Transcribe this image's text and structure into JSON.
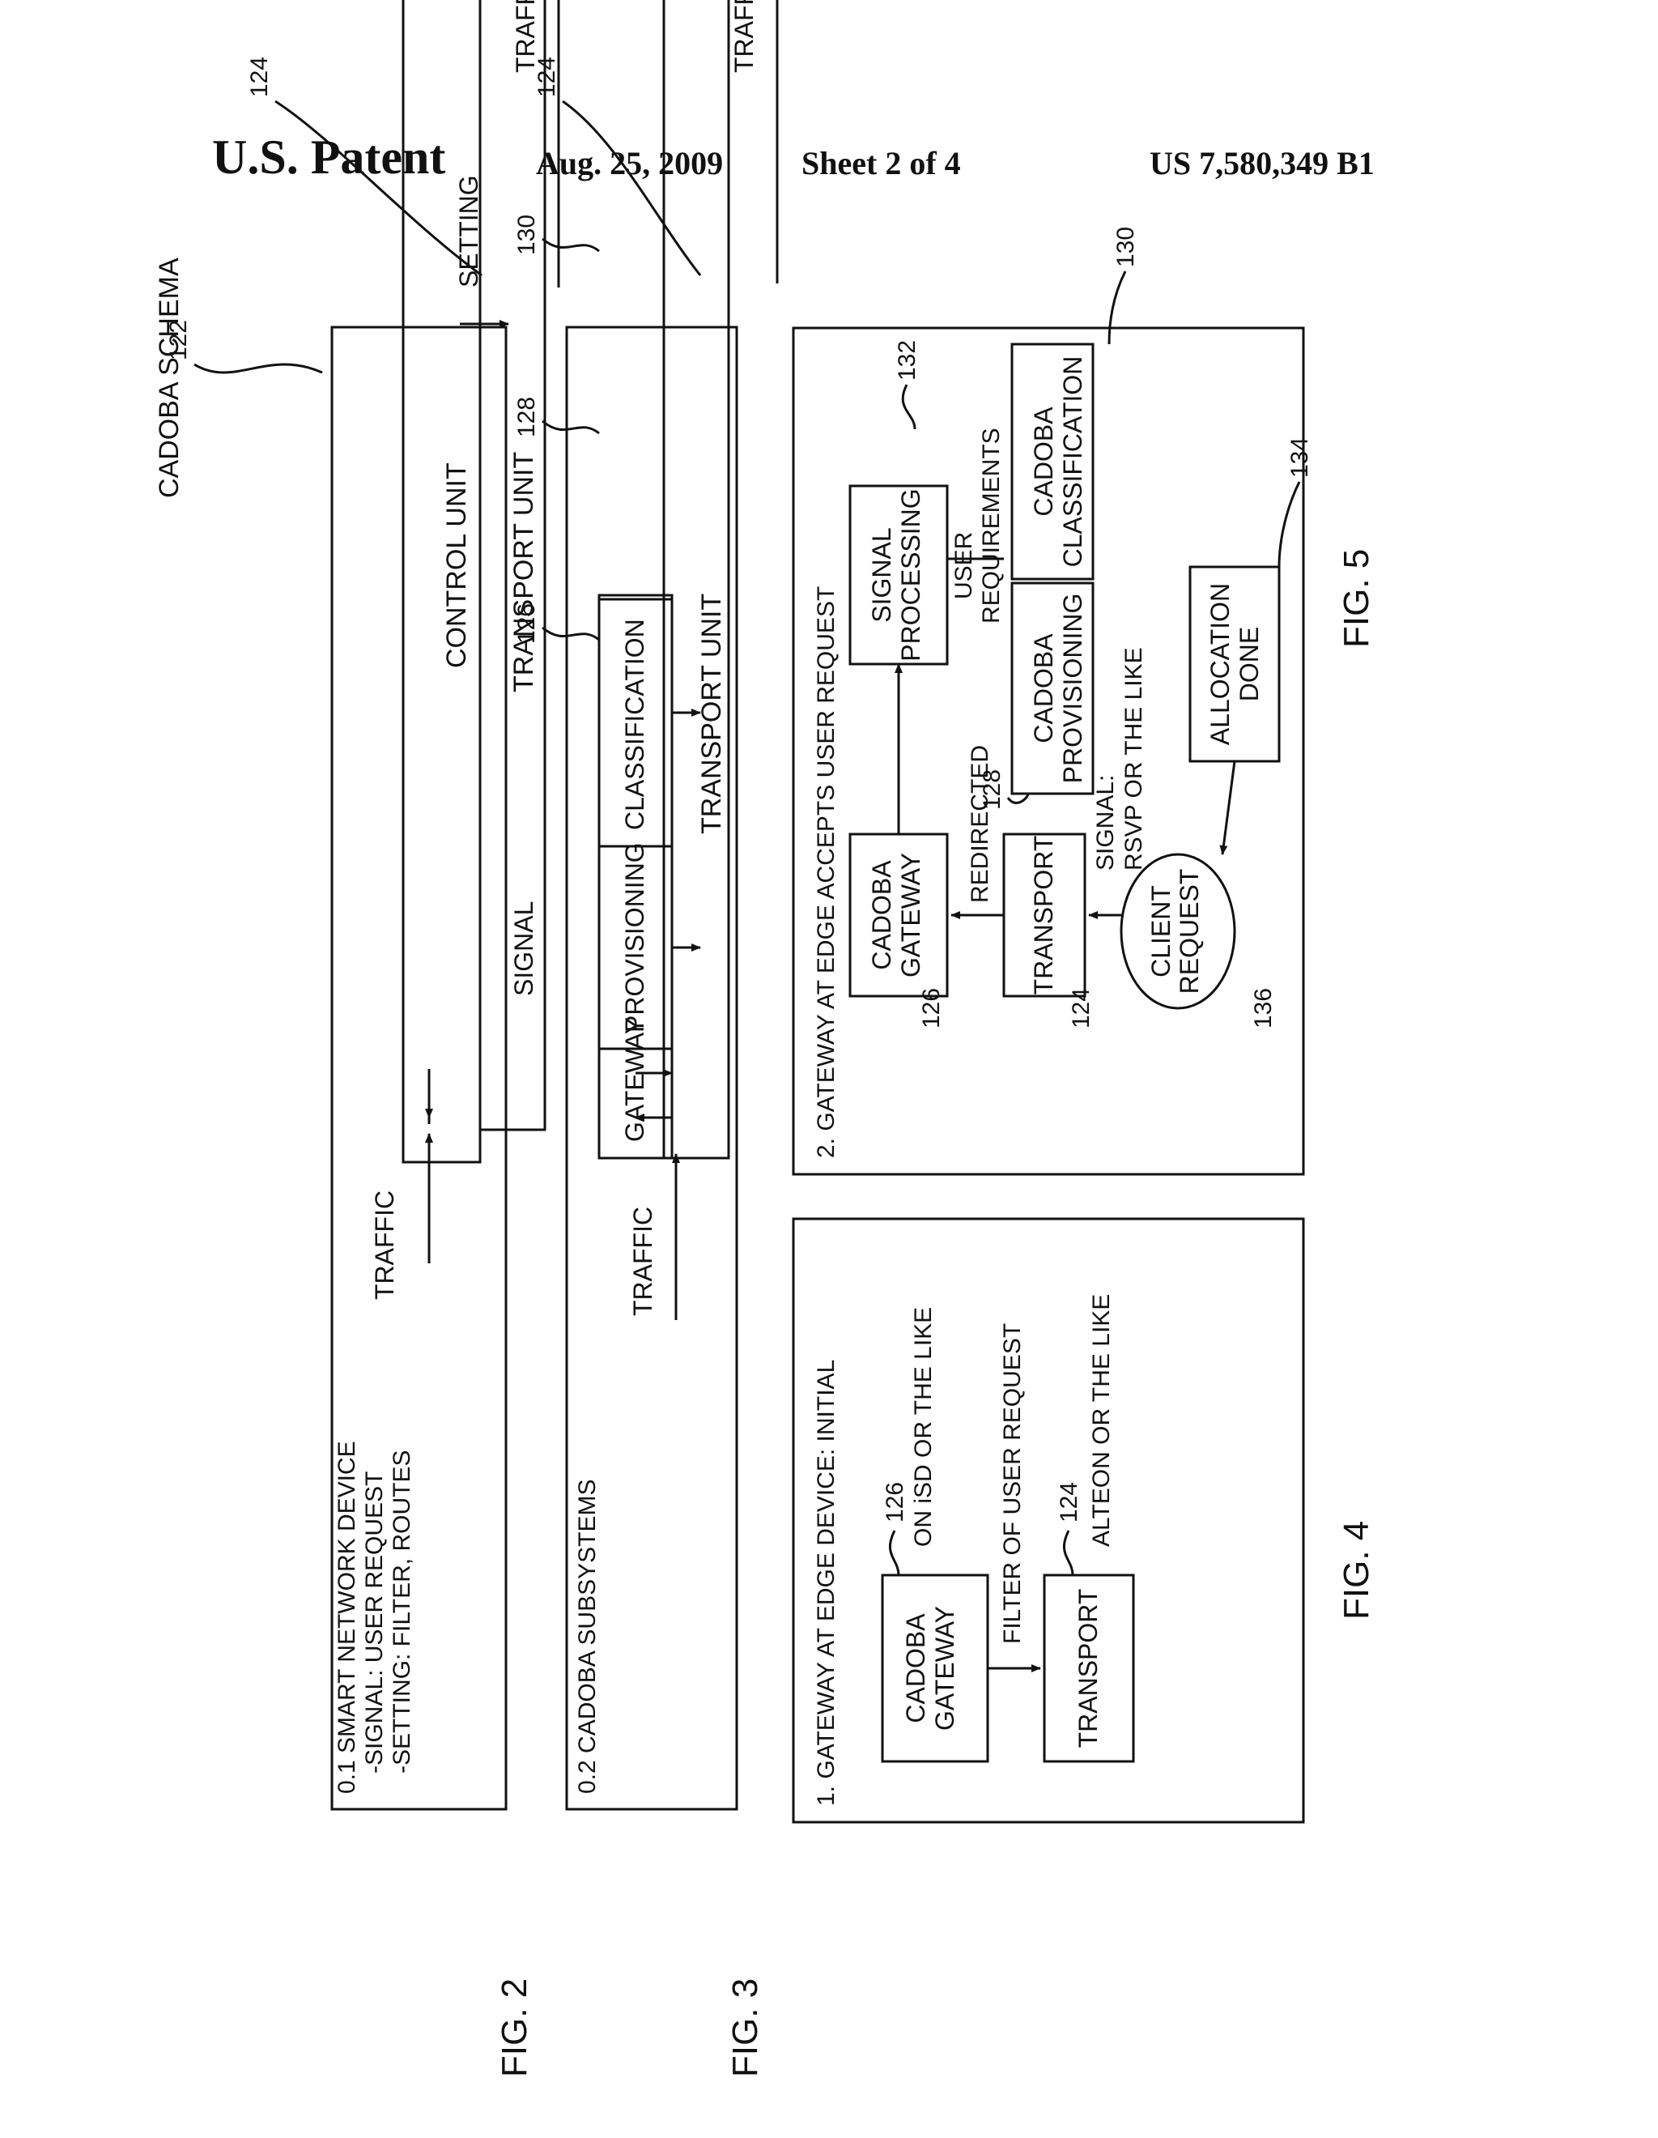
{
  "header": {
    "title": "U.S. Patent",
    "date": "Aug. 25, 2009",
    "sheet": "Sheet 2 of 4",
    "patent_number": "US 7,580,349 B1"
  },
  "schema_title": "CADOBA SCHEMA",
  "fig2": {
    "label": "FIG. 2",
    "desc_line1": "0.1 SMART NETWORK DEVICE",
    "desc_line2": "-SIGNAL: USER REQUEST",
    "desc_line3": "-SETTING: FILTER, ROUTES",
    "control_unit": "CONTROL UNIT",
    "transport_unit": "TRANSPORT UNIT",
    "signal": "SIGNAL",
    "setting": "SETTING",
    "traffic_in": "TRAFFIC",
    "traffic_out": "TRAFFIC",
    "ref_control": "122",
    "ref_transport": "124"
  },
  "fig3": {
    "label": "FIG. 3",
    "desc": "0.2 CADOBA SUBSYSTEMS",
    "gateway": "GATEWAY",
    "provisioning": "PROVISIONING",
    "classification": "CLASSIFICATION",
    "transport_unit": "TRANSPORT UNIT",
    "traffic_in": "TRAFFIC",
    "traffic_out": "TRAFFIC",
    "ref_gateway": "126",
    "ref_provisioning": "128",
    "ref_classification": "130",
    "ref_transport": "124"
  },
  "fig4": {
    "label": "FIG. 4",
    "title": "1. GATEWAY AT EDGE DEVICE: INITIAL",
    "gateway_line1": "CADOBA",
    "gateway_line2": "GATEWAY",
    "transport": "TRANSPORT",
    "filter_note": "FILTER OF USER REQUEST",
    "gateway_note": "ON iSD OR THE LIKE",
    "transport_note": "ALTEON OR THE LIKE",
    "ref_gateway": "126",
    "ref_transport": "124"
  },
  "fig5": {
    "label": "FIG. 5",
    "title": "2. GATEWAY AT EDGE ACCEPTS USER REQUEST",
    "gateway_line1": "CADOBA",
    "gateway_line2": "GATEWAY",
    "transport": "TRANSPORT",
    "client_line1": "CLIENT",
    "client_line2": "REQUEST",
    "signal_line1": "SIGNAL",
    "signal_line2": "PROCESSING",
    "prov_line1": "CADOBA",
    "prov_line2": "PROVISIONING",
    "class_line1": "CADOBA",
    "class_line2": "CLASSIFICATION",
    "alloc_line1": "ALLOCATION",
    "alloc_line2": "DONE",
    "redirected": "REDIRECTED",
    "signal_rsvp_line1": "SIGNAL:",
    "signal_rsvp_line2": "RSVP OR THE LIKE",
    "user_req_line1": "USER",
    "user_req_line2": "REQUIREMENTS",
    "ref_gateway": "126",
    "ref_transport": "124",
    "ref_client": "136",
    "ref_signal": "132",
    "ref_provisioning": "128",
    "ref_classification": "130",
    "ref_allocation": "134"
  }
}
